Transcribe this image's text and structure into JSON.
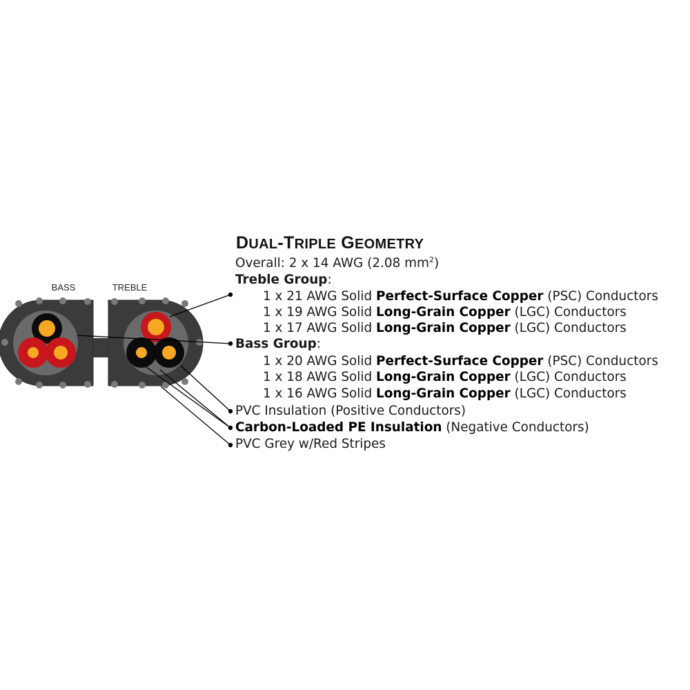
{
  "diagram": {
    "labels": {
      "bass": "BASS",
      "treble": "TREBLE"
    },
    "colors": {
      "jacket": "#3b3b3b",
      "jacket_edge": "#2c2c2c",
      "stripe": "#7a7a7a",
      "bundle": "#6a6a6a",
      "positive_insulation": "#c8161d",
      "negative_insulation": "#0b0b0b",
      "conductor": "#f7a823"
    }
  },
  "spec": {
    "title_first_cap": "D",
    "title_first_rest": "UAL",
    "title_hyphen": "-",
    "title_second_cap": "T",
    "title_second_rest": "RIPLE",
    "title_third_cap": "G",
    "title_third_rest": "EOMETRY",
    "overall": {
      "prefix": "Overall: 2 x 14 AWG (2.08 mm",
      "sup": "2",
      "suffix": ")"
    },
    "treble_group": {
      "heading": "Treble Group",
      "colon": ":",
      "items": [
        {
          "prefix": "1 x 21 AWG Solid ",
          "bold": "Perfect-Surface Copper",
          "suffix": " (PSC) Conductors"
        },
        {
          "prefix": "1 x 19 AWG Solid ",
          "bold": "Long-Grain Copper",
          "suffix": " (LGC) Conductors"
        },
        {
          "prefix": "1 x 17 AWG Solid ",
          "bold": "Long-Grain Copper",
          "suffix": " (LGC) Conductors"
        }
      ]
    },
    "bass_group": {
      "heading": "Bass Group",
      "colon": ":",
      "items": [
        {
          "prefix": "1 x 20 AWG Solid ",
          "bold": "Perfect-Surface Copper",
          "suffix": " (PSC) Conductors"
        },
        {
          "prefix": "1 x 18 AWG Solid ",
          "bold": "Long-Grain Copper",
          "suffix": " (LGC) Conductors"
        },
        {
          "prefix": "1 x 16 AWG Solid ",
          "bold": "Long-Grain Copper",
          "suffix": " (LGC) Conductors"
        }
      ]
    },
    "pvc_insulation": "PVC Insulation (Positive Conductors)",
    "carbon_pe": {
      "bold": "Carbon-Loaded PE Insulation",
      "suffix": " (Negative Conductors)"
    },
    "jacket": "PVC Grey w/Red Stripes"
  }
}
